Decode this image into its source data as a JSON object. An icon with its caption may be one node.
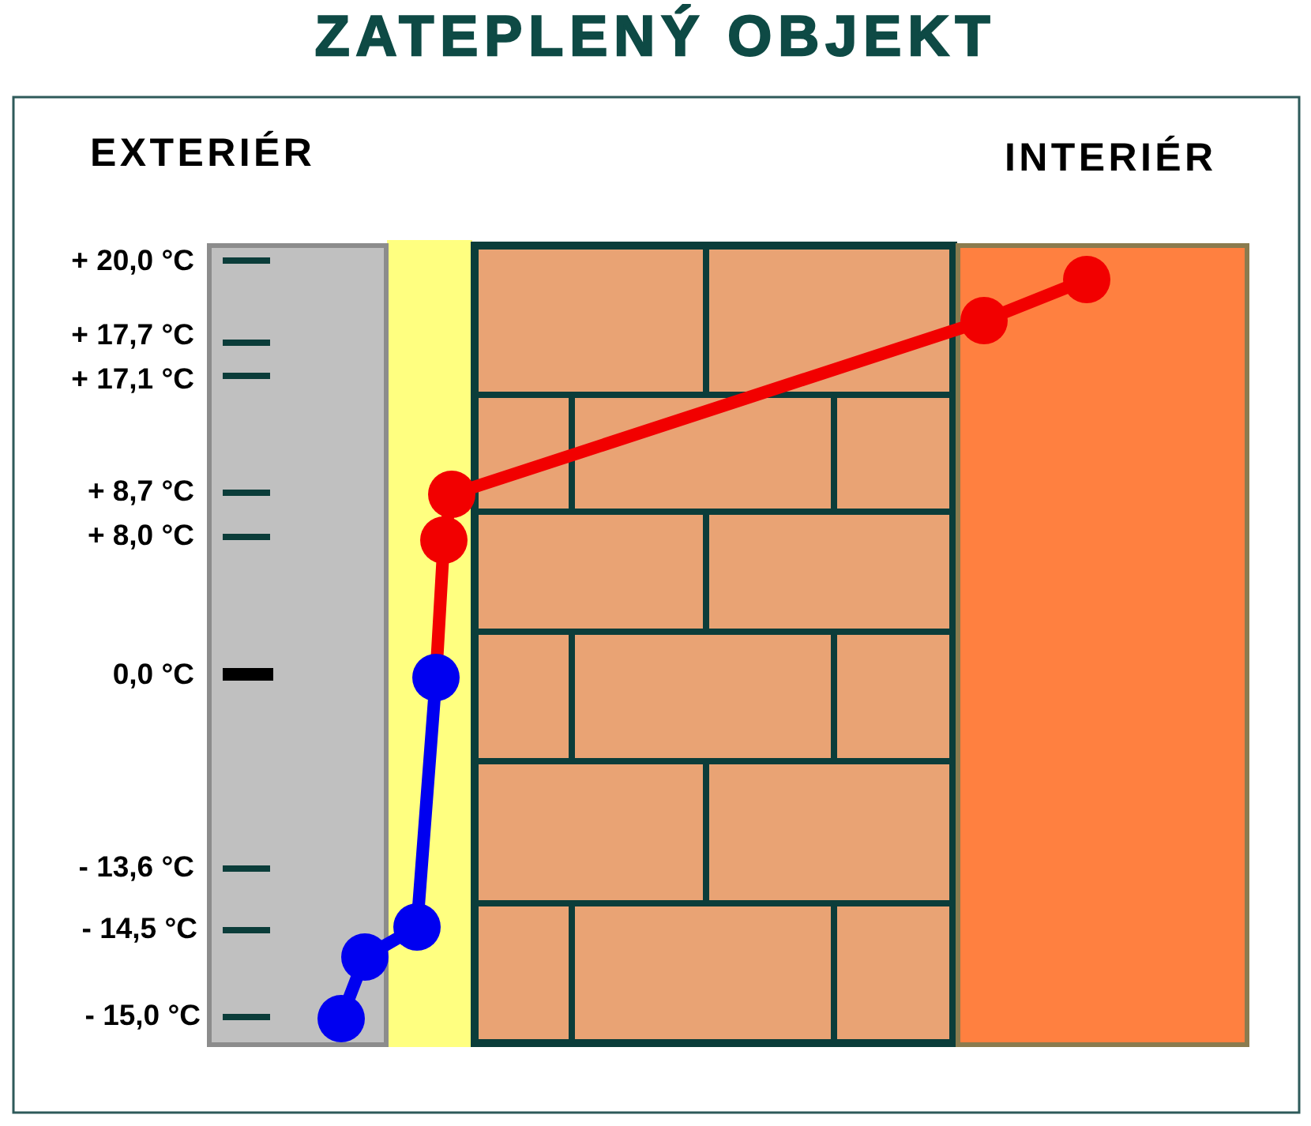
{
  "diagram": {
    "title": "ZATEPLENÝ OBJEKT",
    "labels": [
      "EXTERIÉR",
      "INTERIÉR",
      "+ 20,0 °C",
      "+ 17,7 °C",
      "+ 17,1 °C",
      "+ 8,7 °C",
      "+ 8,0 °C",
      "0,0 °C",
      "- 13,6 °C",
      "- 14,5 °C",
      "- 15,0 °C"
    ]
  }
}
